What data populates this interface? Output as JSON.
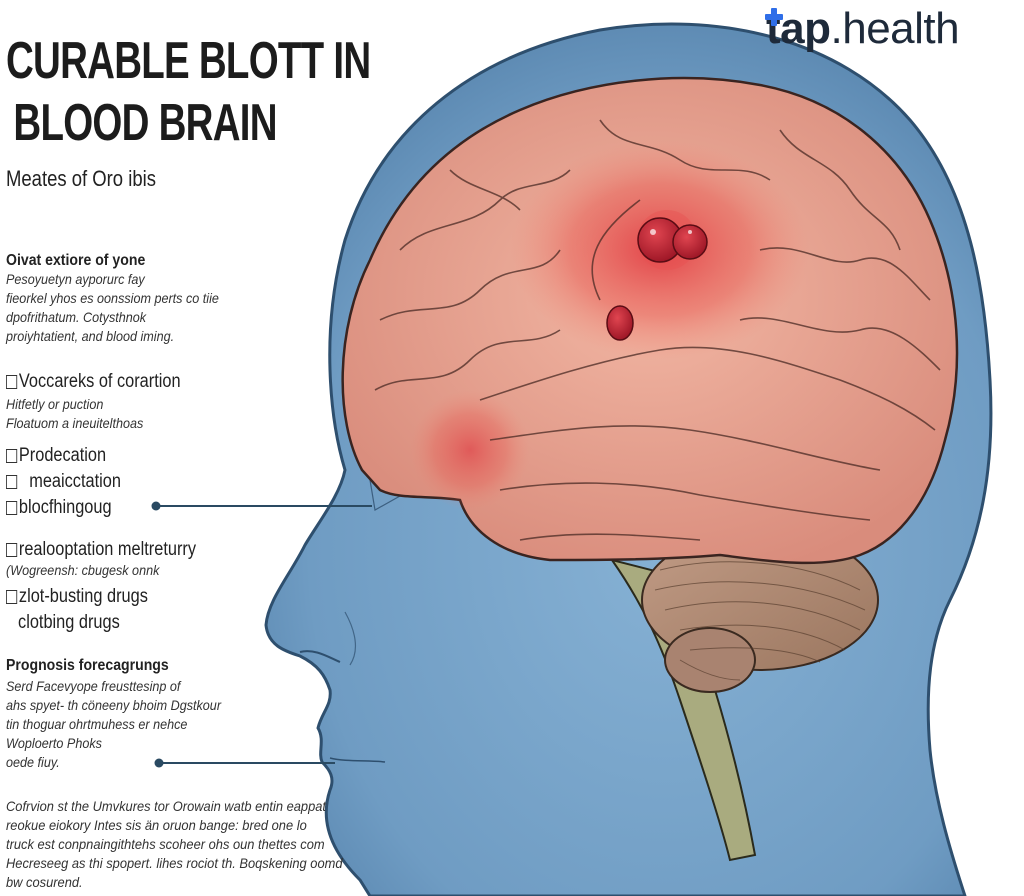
{
  "header": {
    "title_line1": "CURABLE BLOTT IN",
    "title_line2": "BLOOD BRAIN",
    "subtitle": "Meates of Oro ibis"
  },
  "logo": {
    "bold_part": "tap",
    "light_part": ".health",
    "accent_color": "#2f6ee8"
  },
  "sections": [
    {
      "heading": "Oivat extiore of yone",
      "lines": [
        "Pesoyuetyn ayporurc fay",
        "fieorkel yhos es oonssiom perts co tiie",
        "dpofrithatum.  Cotysthnok",
        "proiyhtatient, and blood iming."
      ]
    },
    {
      "checklist_heading": "Voccareks of corartion",
      "lines": [
        "Hitfetly or puction",
        "Floatuom a ineuitelthoas"
      ]
    }
  ],
  "checklist": [
    "Prodecation",
    " meaicctation",
    "blocfhingoug"
  ],
  "checklist2": {
    "item": "realooptation meltreturry",
    "note": "(Wogreensh: cbugesk onnk",
    "items": [
      "zlot-busting drugs",
      "clotbing drugs"
    ]
  },
  "prognosis": {
    "heading": "Prognosis forecagrungs",
    "lines": [
      "Serd Facevyope freusttesinp of",
      "ahs spyet- th cöneeny bhoim Dgstkour",
      "tin thoguar ohrtmuhess er nehce",
      "Woploerto Phoks",
      "oede fiuy."
    ]
  },
  "footer_paragraph": [
    "Cofrvion st the Umvkures tor Orowain watb entin eappat",
    "reokue eiokory Intes sis än oruon bange:  bred  one lo",
    "truck est conpnaingithtehs scoheer ohs oun thettes com",
    "Hecreseeg as thi spopert. lihes rociot th. Boqskening oomd",
    "bw cosurend."
  ],
  "illustration": {
    "head_color": "#7aa6cc",
    "head_outline": "#2e4f6e",
    "brain_color": "#e9a592",
    "clot_color": "#b8202e",
    "cerebellum_color": "#b08a74",
    "brainstem_color": "#a9ab7f"
  }
}
